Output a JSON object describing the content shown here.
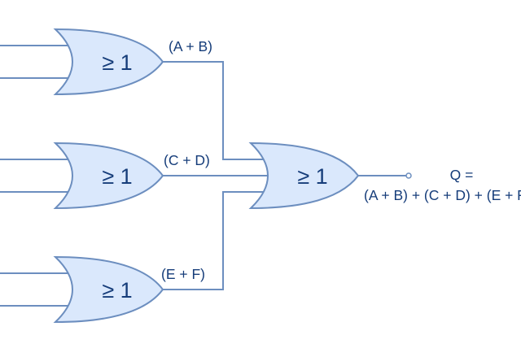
{
  "gates": [
    {
      "symbol": "≥ 1"
    },
    {
      "symbol": "≥ 1"
    },
    {
      "symbol": "≥ 1"
    },
    {
      "symbol": "≥ 1"
    }
  ],
  "labels": {
    "ab": "(A + B)",
    "cd": "(C + D)",
    "ef": "(E + F)",
    "q_line1": "Q =",
    "q_line2": "(A + B) + (C + D) + (E + F)"
  },
  "colors": {
    "gate_fill": "#dae8fc",
    "stroke": "#6c8ebf",
    "text": "#163d7a"
  }
}
